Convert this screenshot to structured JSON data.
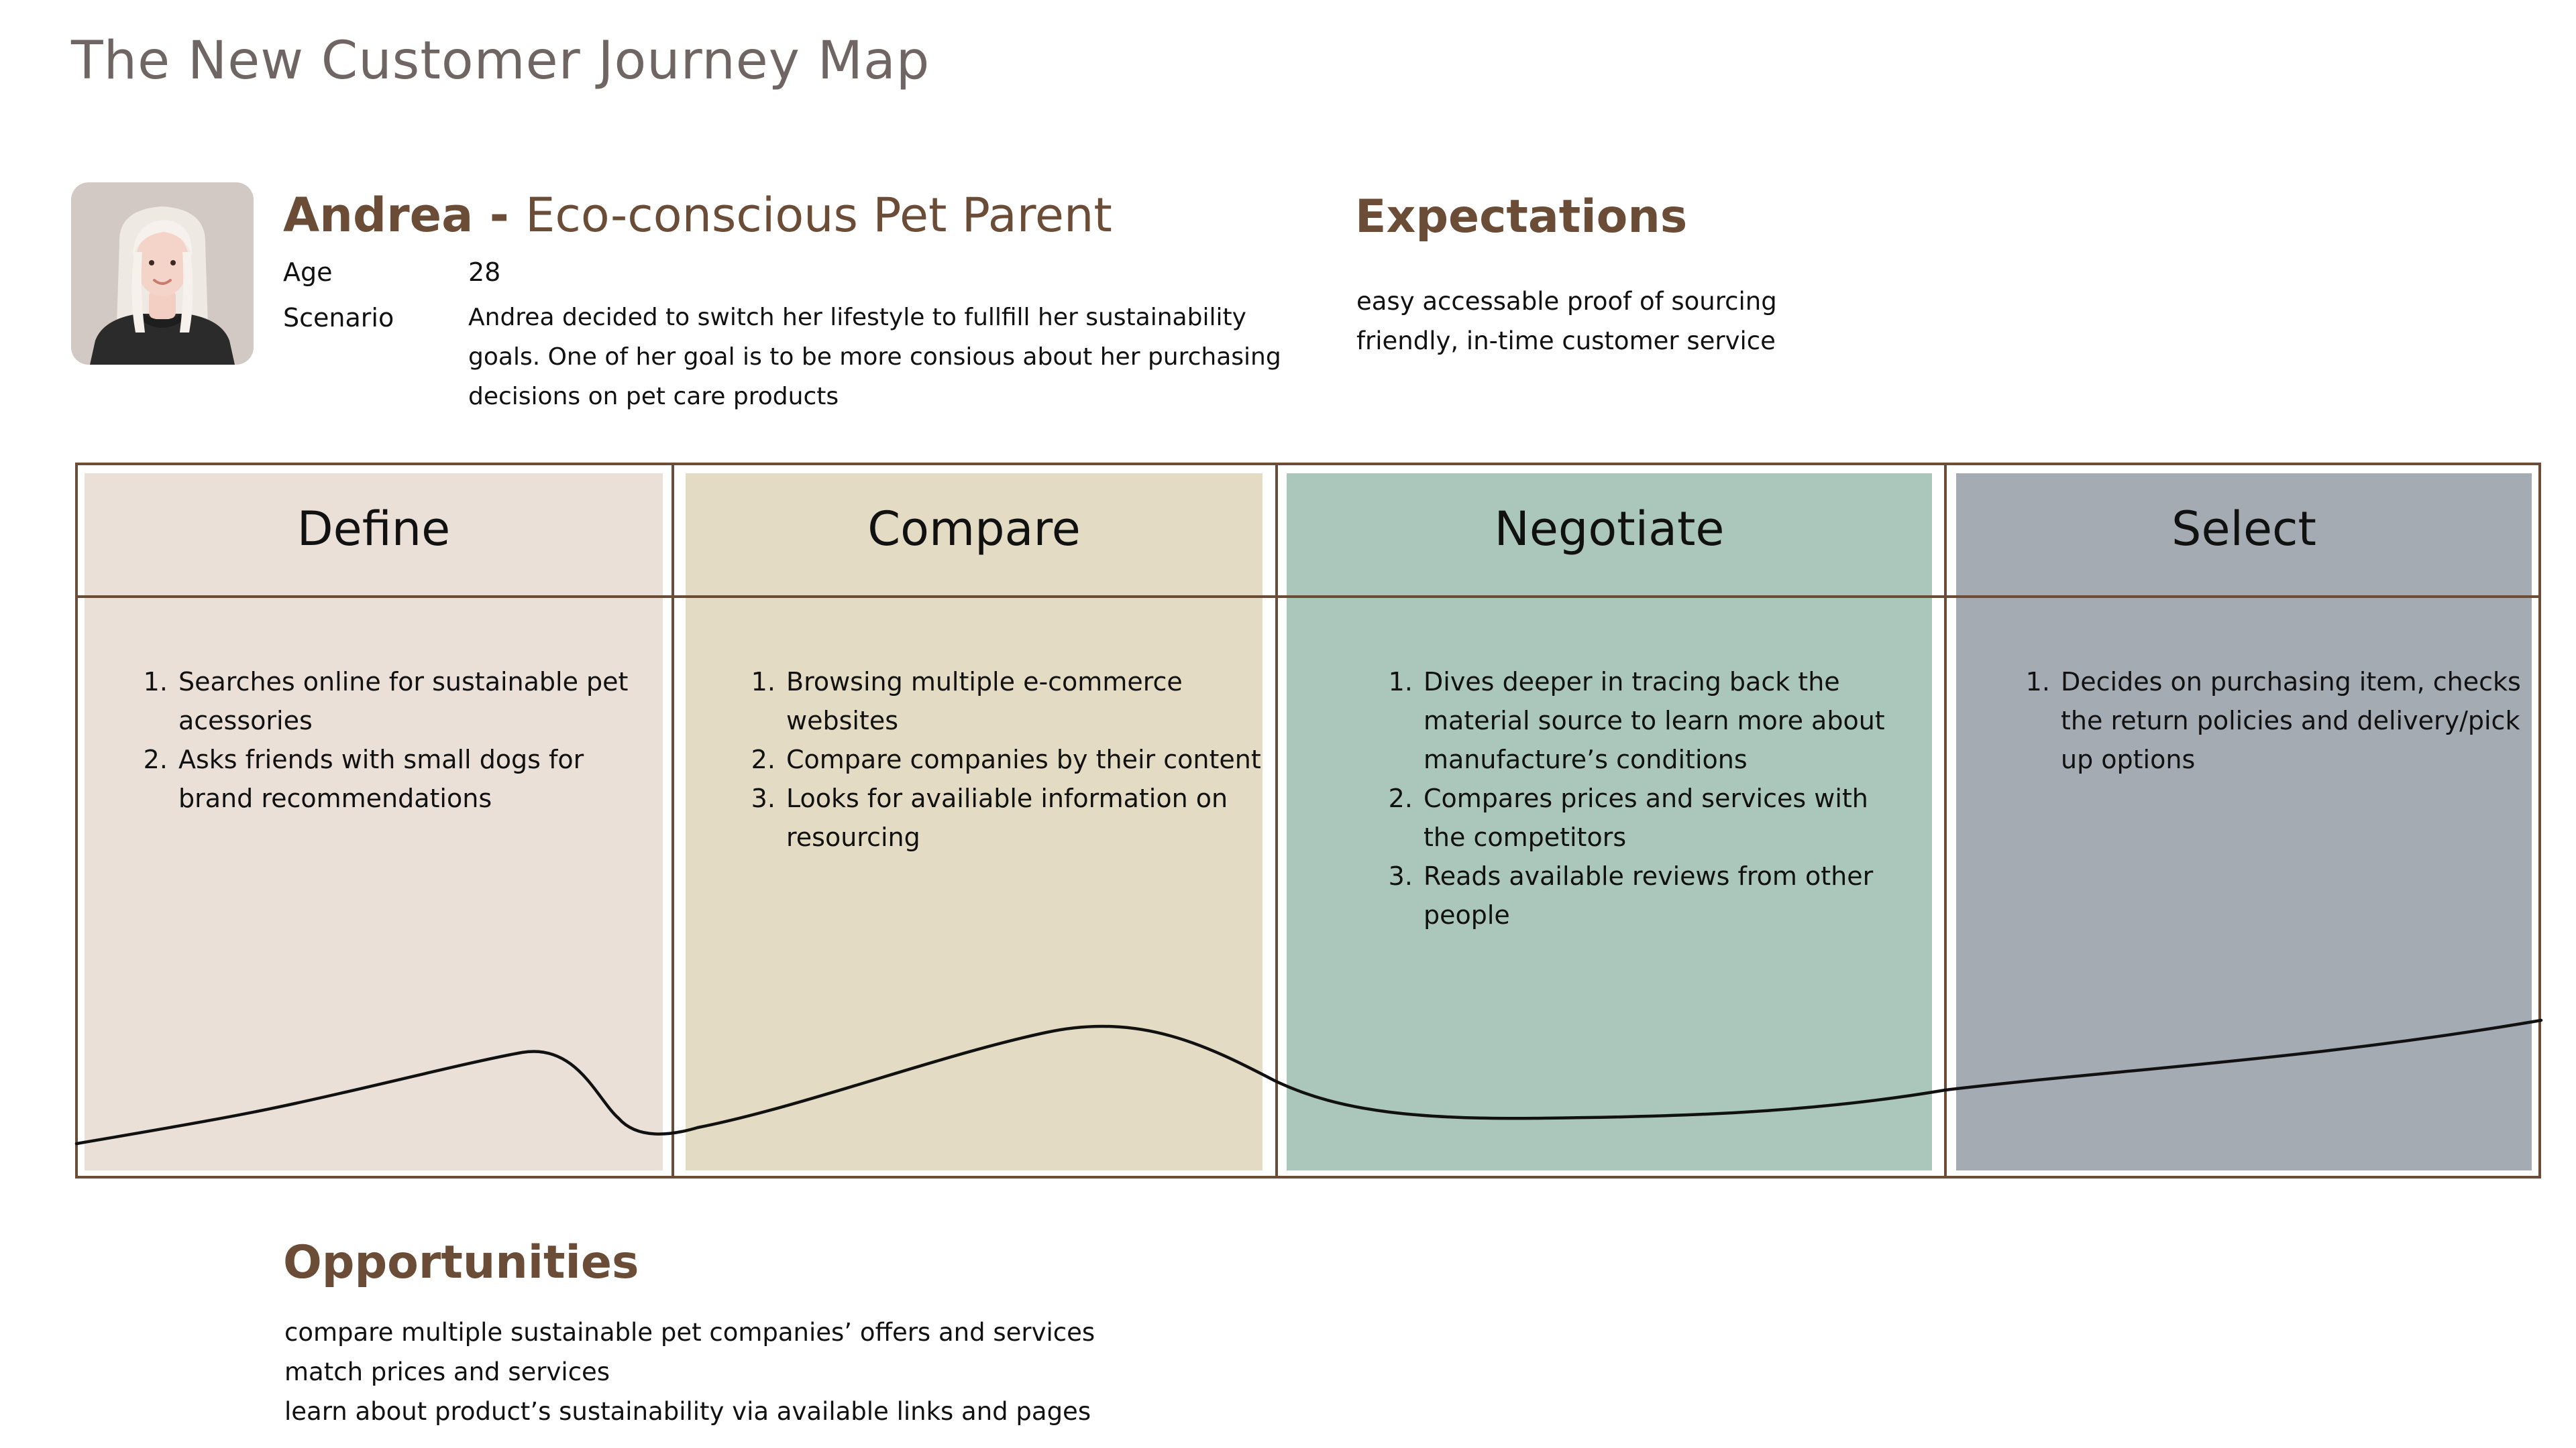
{
  "colors": {
    "title": "#6f6663",
    "heading": "#6b4c36",
    "frame": "#6b4c36",
    "define_bg": "#eae0d8",
    "compare_bg": "#e3dbc3",
    "negotiate_bg": "#abc7bb",
    "select_bg": "#a5abb2",
    "curve": "#111111"
  },
  "page": {
    "title": "The New Customer Journey Map"
  },
  "persona": {
    "avatar_icon": "persona-avatar-icon",
    "name": "Andrea",
    "separator": " - ",
    "role": "Eco-conscious Pet Parent",
    "age_label": "Age",
    "age_value": "28",
    "scenario_label": "Scenario",
    "scenario_value": "Andrea decided to switch her lifestyle to fullfill her sustainability goals. One of her goal is to be more consious about her purchasing decisions on pet care products"
  },
  "expectations": {
    "heading": "Expectations",
    "lines": [
      "easy accessable proof of sourcing",
      "friendly, in-time customer service"
    ]
  },
  "stages": [
    {
      "title": "Define",
      "steps": [
        "Searches online for sustainable pet acessories",
        "Asks friends with small dogs for brand recommendations"
      ]
    },
    {
      "title": "Compare",
      "steps": [
        "Browsing multiple e-commerce websites",
        "Compare companies by their content",
        "Looks for availiable information on resourcing"
      ]
    },
    {
      "title": "Negotiate",
      "steps": [
        "Dives deeper in tracing back the material source to learn more about manufacture’s conditions",
        "Compares prices and services with the competitors",
        "Reads available reviews from other people"
      ]
    },
    {
      "title": "Select",
      "steps": [
        "Decides on purchasing item, checks the return policies and delivery/pick up options"
      ]
    }
  ],
  "opportunities": {
    "heading": "Opportunities",
    "lines": [
      "compare multiple sustainable pet companies’ offers and services",
      "match prices and services",
      "learn about product’s sustainability via available links and pages"
    ]
  }
}
